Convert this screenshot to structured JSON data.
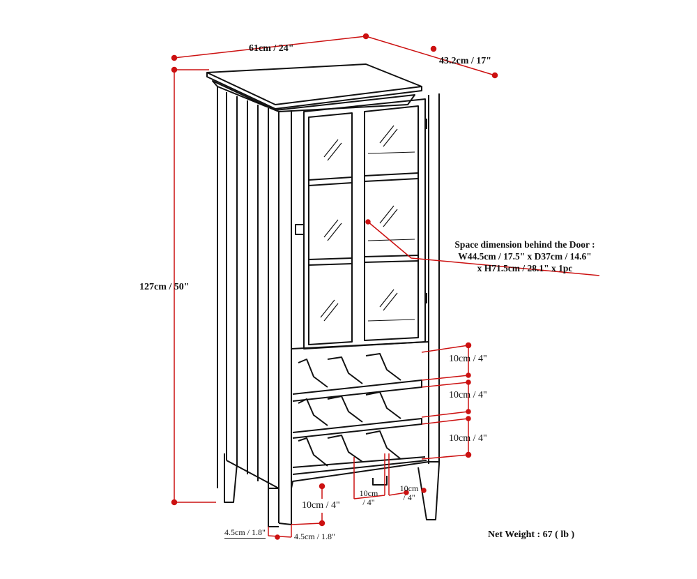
{
  "dimensions": {
    "width": "61cm / 24\"",
    "depth": "43.2cm / 17\"",
    "height": "127cm / 50\"",
    "rack_gap_1": "10cm / 4\"",
    "rack_gap_2": "10cm / 4\"",
    "rack_gap_3": "10cm / 4\"",
    "bottom_clearance": "10cm / 4\"",
    "slot_width_a": {
      "line1": "10cm",
      "line2": "/ 4\""
    },
    "slot_width_b": {
      "line1": "10cm",
      "line2": "/ 4\""
    },
    "leg_side": "4.5cm / 1.8\"",
    "leg_front": "4.5cm / 1.8\""
  },
  "door_space_note": {
    "line1": "Space dimension behind the Door  :",
    "line2": "W44.5cm / 17.5\" x D37cm / 14.6\"",
    "line3": "x H71.5cm / 28.1\" x 1pc"
  },
  "net_weight": "Net Weight : 67 ( lb )",
  "colors": {
    "dimension": "#cc1111",
    "outline": "#111111"
  }
}
